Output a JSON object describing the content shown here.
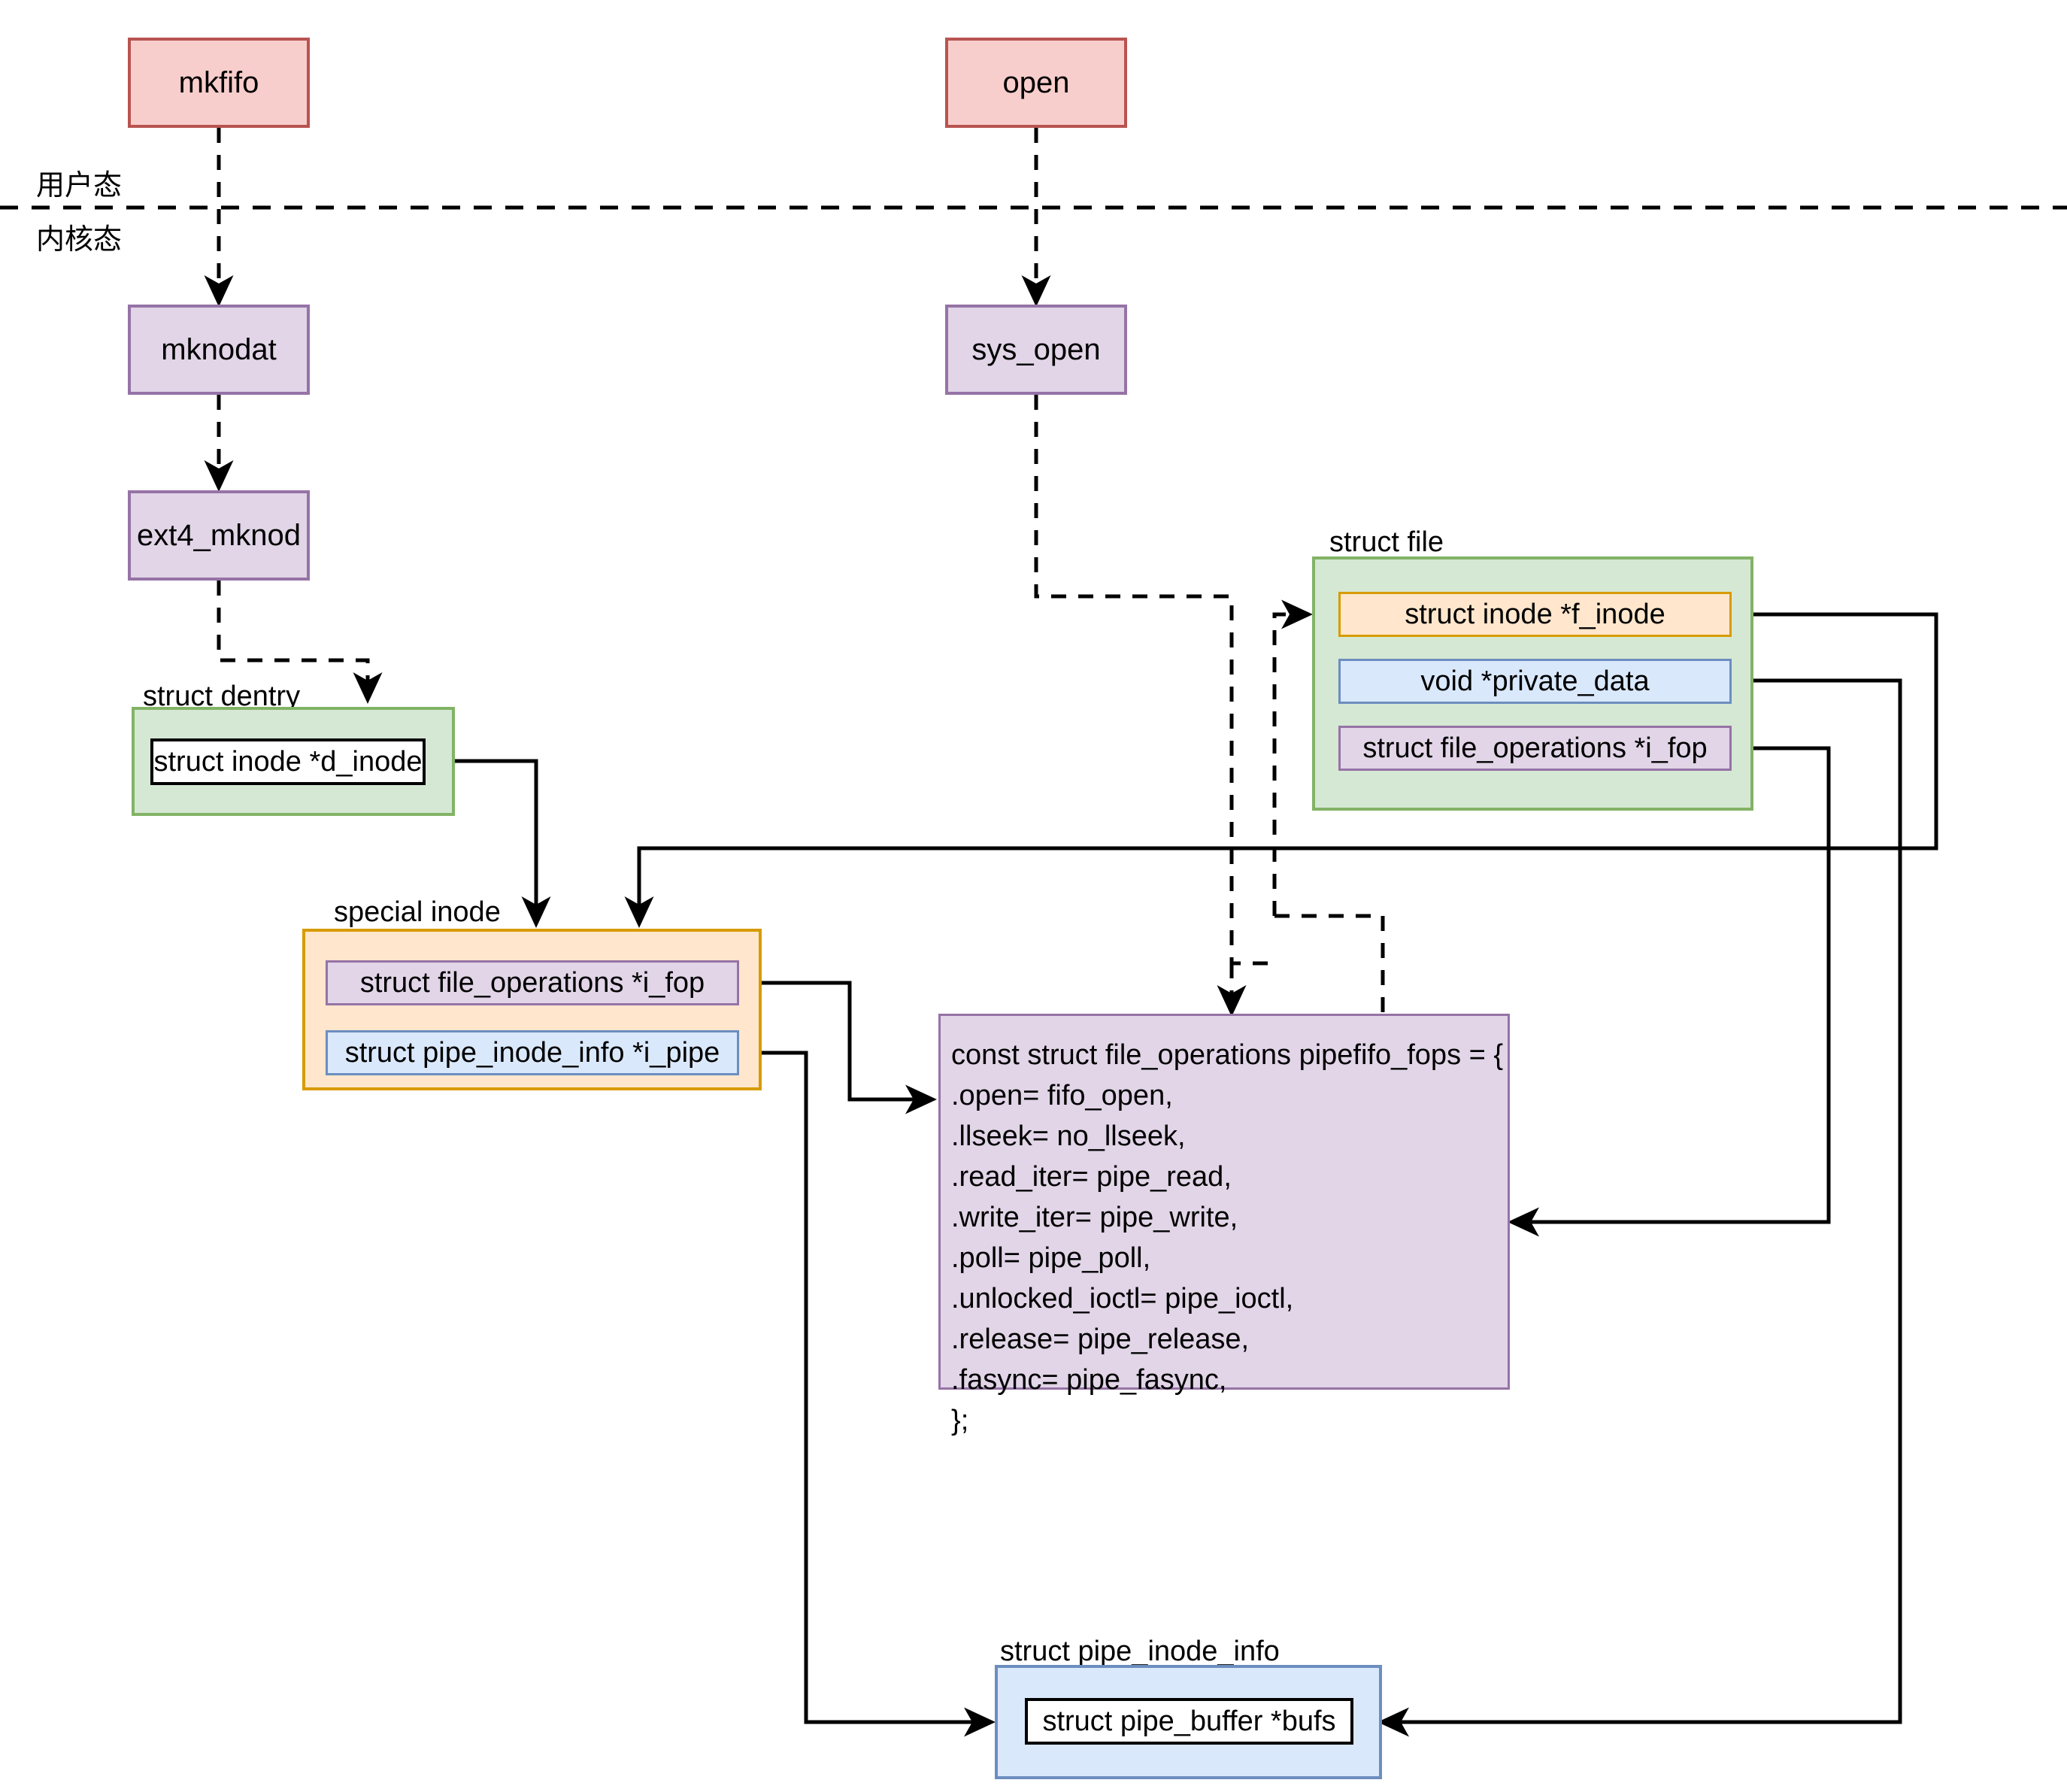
{
  "diagram": {
    "title": "Linux FIFO / pipe kernel data structure flow",
    "mode_labels": {
      "user": "用户态",
      "kernel": "内核态"
    },
    "colors": {
      "user_call_fill": "#f8cecc",
      "user_call_stroke": "#b85450",
      "kernel_fn_fill": "#e1d5e7",
      "kernel_fn_stroke": "#9673a6",
      "green_fill": "#d5e8d4",
      "green_stroke": "#82b366",
      "orange_fill": "#ffe6cc",
      "orange_stroke": "#d79b00",
      "blue_fill": "#dae8fc",
      "blue_stroke": "#6c8ebf",
      "line": "#000000"
    },
    "nodes": {
      "mkfifo": "mkfifo",
      "open": "open",
      "mknodat": "mknodat",
      "sys_open": "sys_open",
      "ext4_mknod": "ext4_mknod"
    },
    "groups": {
      "dentry": {
        "label": "struct dentry",
        "fields": [
          "struct inode *d_inode"
        ]
      },
      "file": {
        "label": "struct file",
        "fields": [
          "struct inode *f_inode",
          "void *private_data",
          "struct file_operations *i_fop"
        ]
      },
      "special_inode": {
        "label": "special inode",
        "fields": [
          "struct file_operations *i_fop",
          "struct pipe_inode_info *i_pipe"
        ]
      },
      "pipe_inode_info": {
        "label": "struct pipe_inode_info",
        "fields": [
          "struct pipe_buffer *bufs"
        ]
      }
    },
    "code_block": {
      "lines": [
        "const struct file_operations pipefifo_fops = {",
        ".open= fifo_open,",
        ".llseek= no_llseek,",
        ".read_iter= pipe_read,",
        ".write_iter= pipe_write,",
        ".poll= pipe_poll,",
        ".unlocked_ioctl= pipe_ioctl,",
        ".release= pipe_release,",
        ".fasync= pipe_fasync,",
        "};"
      ],
      "text": "const struct file_operations pipefifo_fops = {\n.open= fifo_open,\n.llseek= no_llseek,\n.read_iter= pipe_read,\n.write_iter= pipe_write,\n.poll= pipe_poll,\n.unlocked_ioctl= pipe_ioctl,\n.release= pipe_release,\n.fasync= pipe_fasync,\n};"
    }
  }
}
